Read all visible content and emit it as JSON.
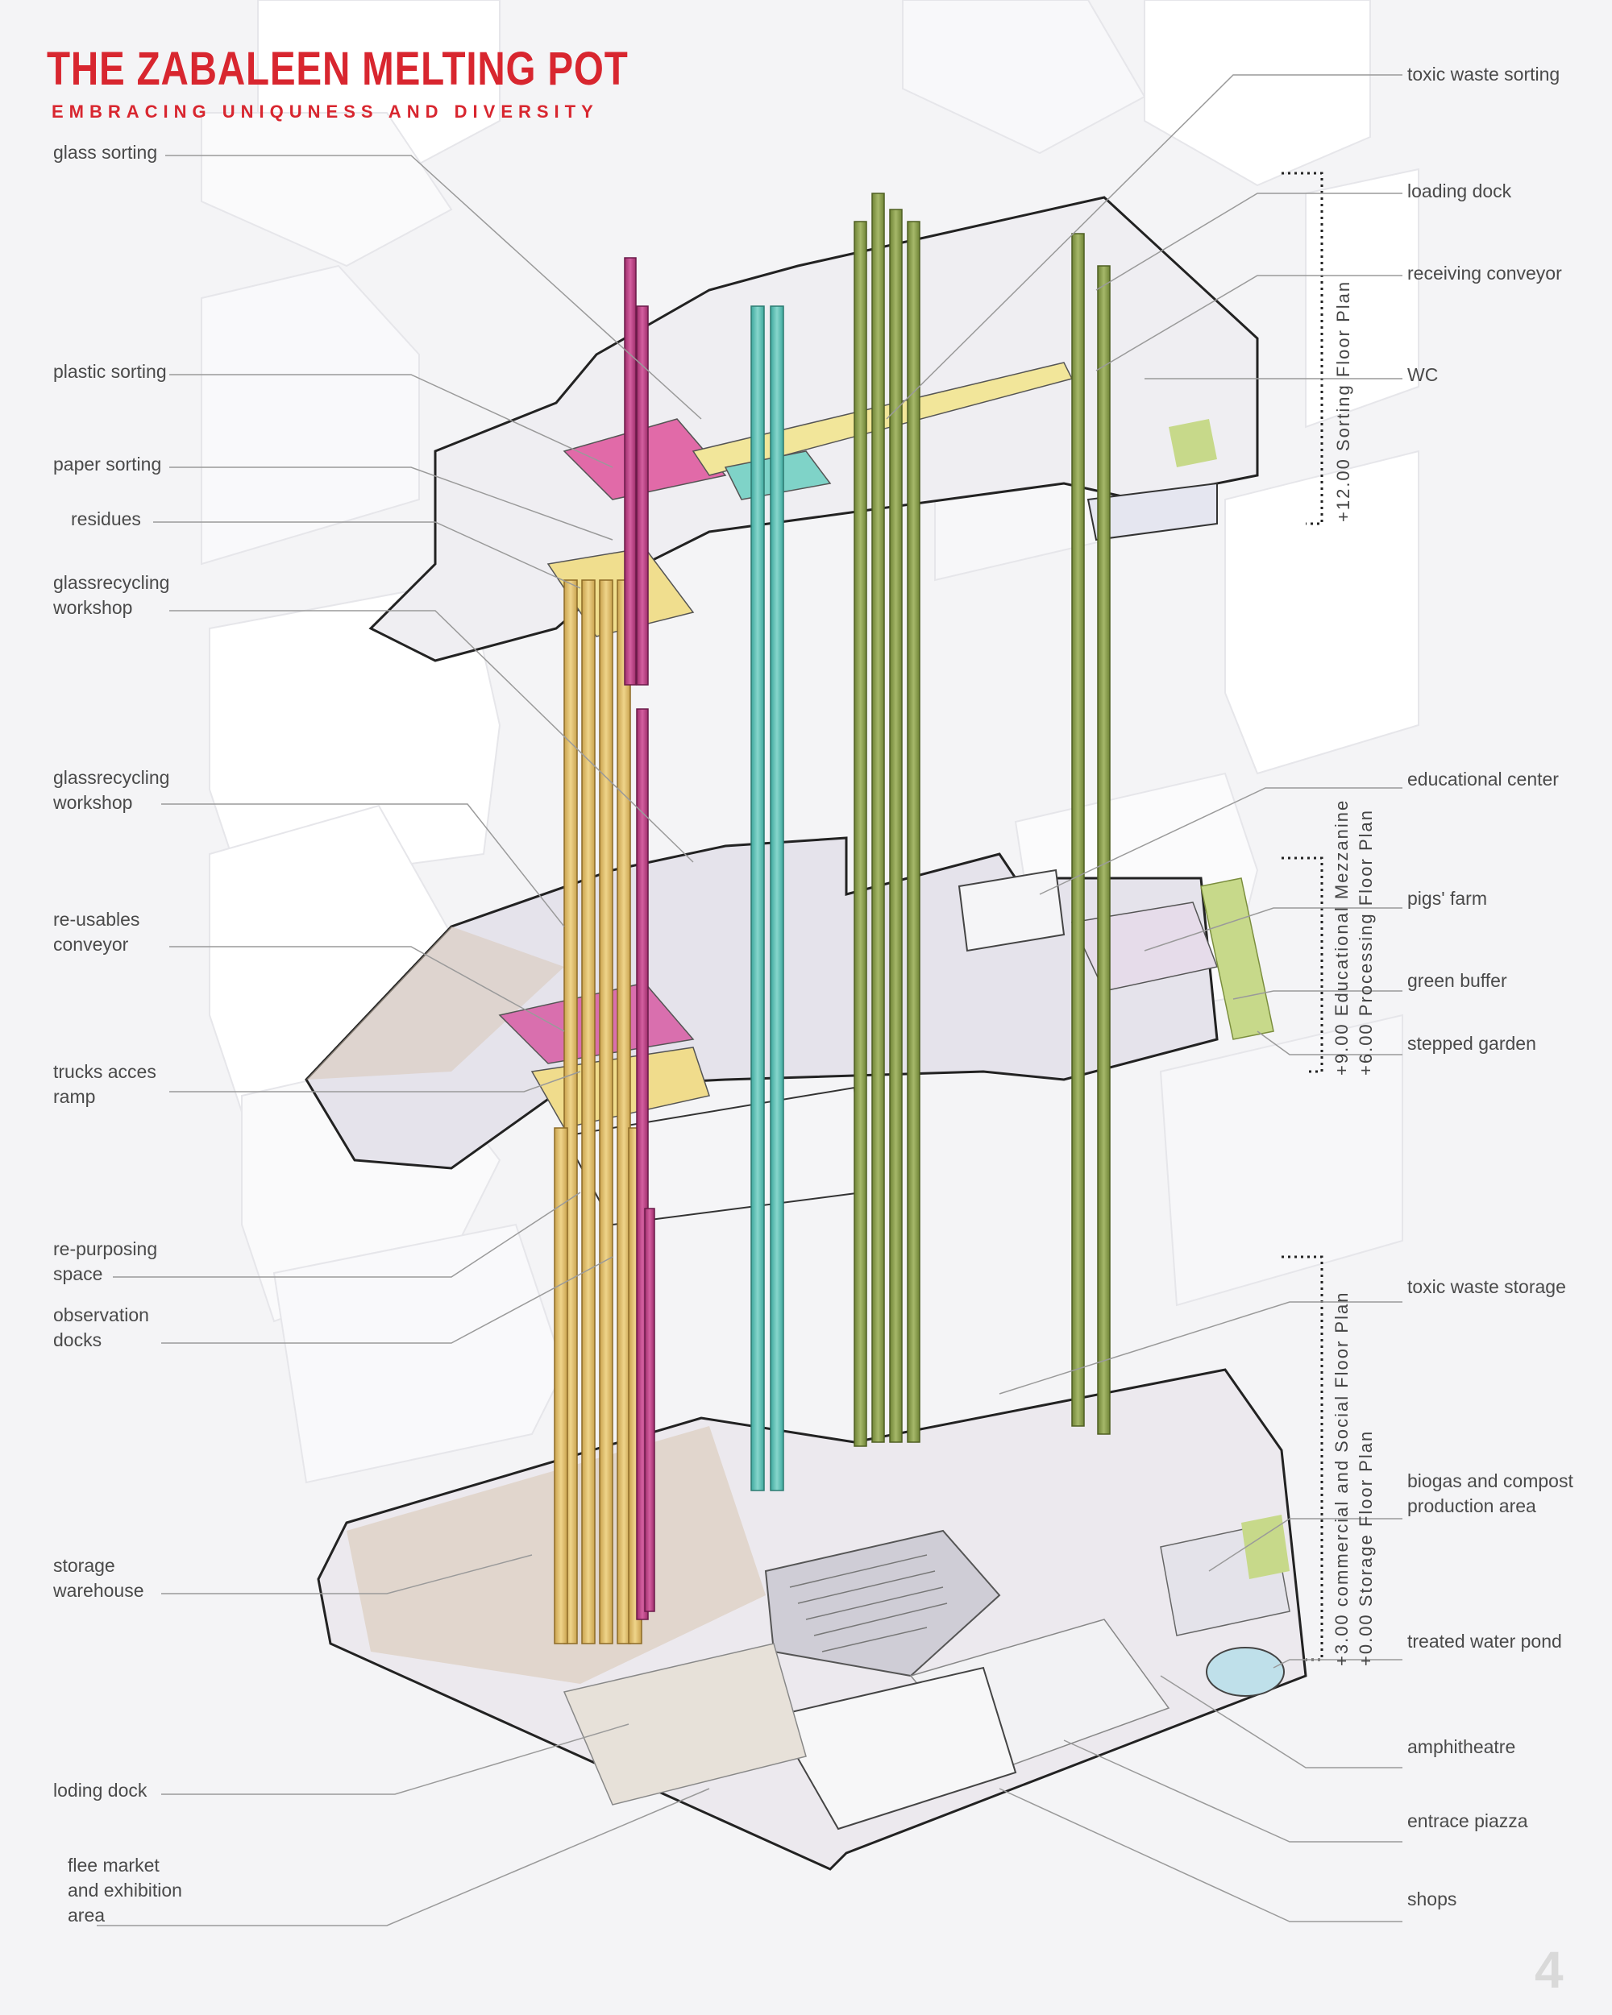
{
  "header": {
    "title": "THE ZABALEEN MELTING POT",
    "subtitle": "EMBRACING UNIQUNESS AND DIVERSITY"
  },
  "labels_left": [
    "glass sorting",
    "plastic sorting",
    "paper sorting",
    "residues",
    "glassrecycling\nworkshop",
    "glassrecycling\nworkshop",
    "re-usables\nconveyor",
    "trucks acces\nramp",
    "re-purposing\nspace",
    "observation\ndocks",
    "storage\nwarehouse",
    "loding dock",
    "flee market\nand exhibition\narea"
  ],
  "labels_right": [
    "toxic waste sorting",
    "loading dock",
    "receiving conveyor",
    "WC",
    "educational center",
    "pigs' farm",
    "green buffer",
    "stepped garden",
    "toxic waste storage",
    "biogas and compost\nproduction area",
    "treated water pond",
    "amphitheatre",
    "entrace piazza",
    "shops"
  ],
  "level_labels": {
    "top": "+12.00 Sorting Floor Plan",
    "middle": "+9.00 Educational Mezzanine\n+6.00 Processing Floor Plan",
    "bottom": "+3.00 commercial and Social Floor Plan\n+0.00 Storage Floor Plan"
  },
  "page_number": "4",
  "colors": {
    "accent_red": "#d8262f",
    "glass_yellow": "#e3c06e",
    "plastic_magenta": "#c23f86",
    "toxic_teal": "#63c3b9",
    "organic_green": "#8ea04e",
    "buildings": "#ffffff"
  }
}
